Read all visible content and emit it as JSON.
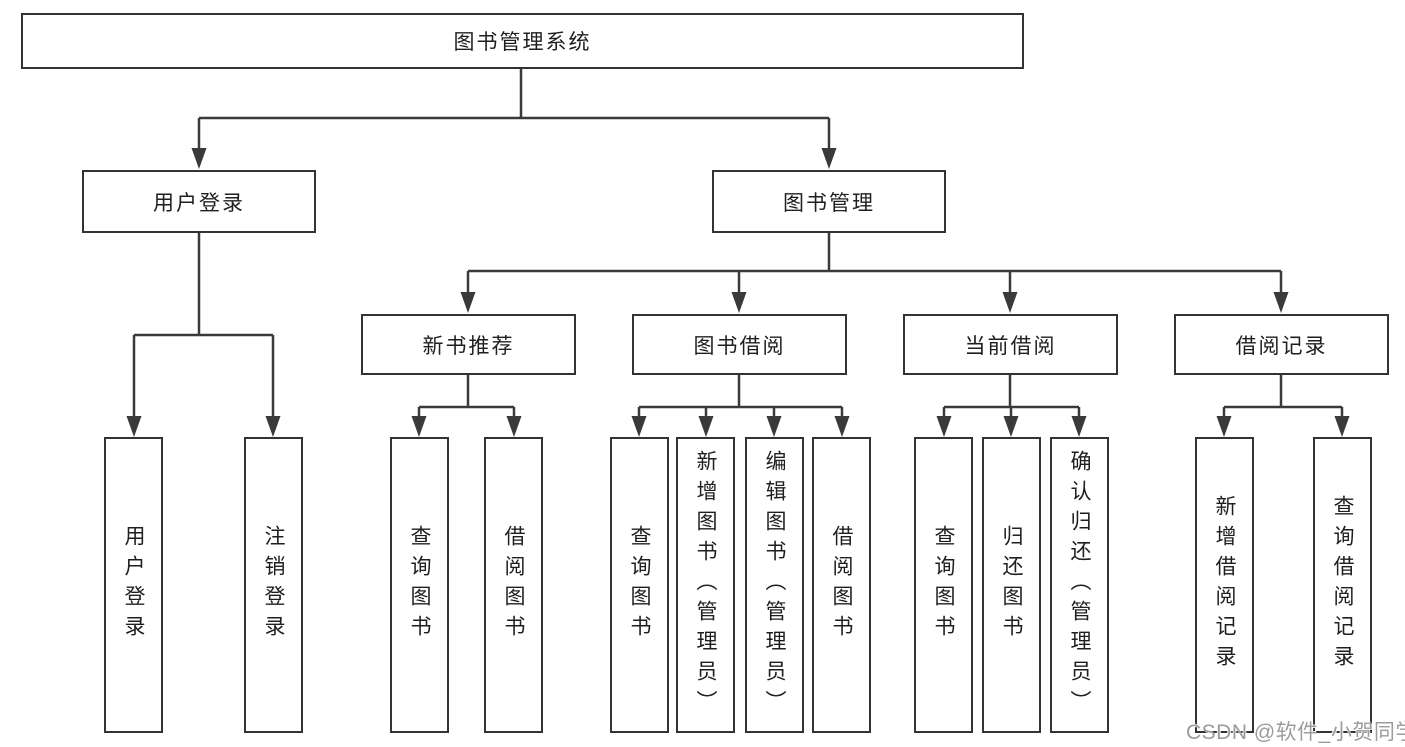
{
  "tree": {
    "root": {
      "label": "图书管理系统",
      "children": [
        {
          "label": "用户登录",
          "children": [
            {
              "label": "用户登录"
            },
            {
              "label": "注销登录"
            }
          ]
        },
        {
          "label": "图书管理",
          "children": [
            {
              "label": "新书推荐",
              "children": [
                {
                  "label": "查询图书"
                },
                {
                  "label": "借阅图书"
                }
              ]
            },
            {
              "label": "图书借阅",
              "children": [
                {
                  "label": "查询图书"
                },
                {
                  "label": "新增图书（管理员）"
                },
                {
                  "label": "编辑图书（管理员）"
                },
                {
                  "label": "借阅图书"
                }
              ]
            },
            {
              "label": "当前借阅",
              "children": [
                {
                  "label": "查询图书"
                },
                {
                  "label": "归还图书"
                },
                {
                  "label": "确认归还（管理员）"
                }
              ]
            },
            {
              "label": "借阅记录",
              "children": [
                {
                  "label": "新增借阅记录"
                },
                {
                  "label": "查询借阅记录"
                }
              ]
            }
          ]
        }
      ]
    }
  },
  "watermark": {
    "text": "CSDN @软件_小贺同学"
  },
  "colors": {
    "line": "#3a3a3a",
    "box_border": "#333333",
    "box_fill": "#ffffff",
    "text": "#1f1f1f",
    "watermark": "#9c9c9c",
    "background": "#ffffff"
  }
}
